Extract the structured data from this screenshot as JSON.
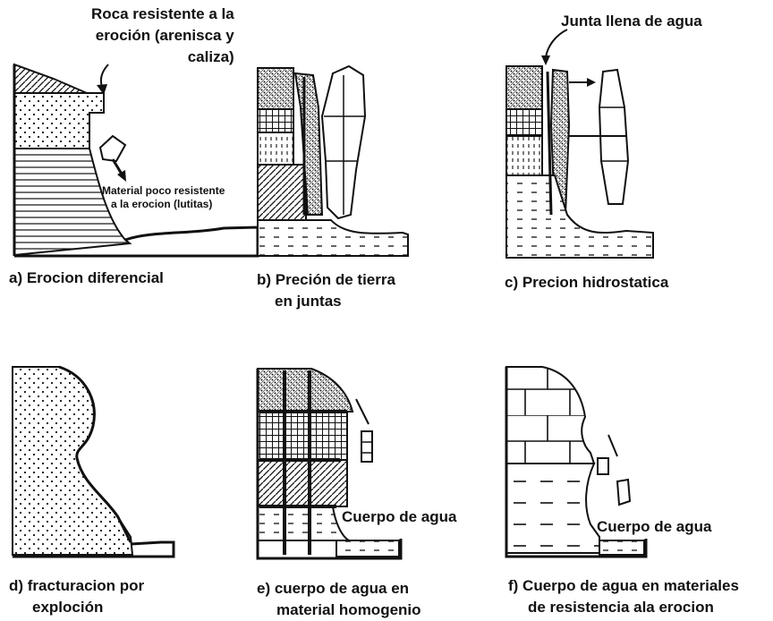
{
  "panels": {
    "a": {
      "caption": "a) Erocion diferencial",
      "annotation_top": [
        "Roca resistente a la",
        "eroción (arenisca y",
        "caliza)"
      ],
      "annotation_bottom": [
        "Material poco  resistente",
        "a la erocion (lutitas)"
      ]
    },
    "b": {
      "caption": [
        "b) Preción de tierra",
        "en juntas"
      ]
    },
    "c": {
      "caption": "c) Precion hidrostatica",
      "annotation_top": "Junta llena de agua"
    },
    "d": {
      "caption": [
        "d) fracturacion por",
        "exploción"
      ]
    },
    "e": {
      "caption": [
        "e) cuerpo de agua en",
        "material homogenio"
      ],
      "annotation": "Cuerpo de agua"
    },
    "f": {
      "caption": [
        "f) Cuerpo de agua en materiales",
        "de resistencia ala erocion"
      ],
      "annotation": "Cuerpo de agua"
    }
  },
  "colors": {
    "ink": "#111111",
    "paper": "#ffffff"
  }
}
